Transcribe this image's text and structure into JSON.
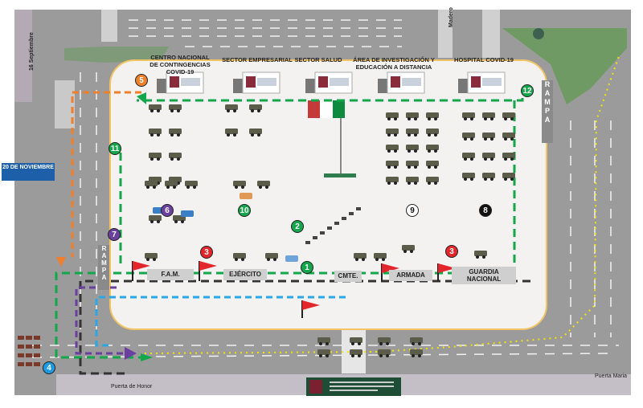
{
  "sections": [
    {
      "id": "centro",
      "label": "CENTRO NACIONAL DE CONTINGENCIAS COVID-19"
    },
    {
      "id": "empresarial",
      "label": "SECTOR EMPRESARIAL"
    },
    {
      "id": "salud",
      "label": "SECTOR SALUD"
    },
    {
      "id": "educacion",
      "label": "ÁREA DE INVESTIGACIÓN Y EDUCACIÓN A DISTANCIA"
    },
    {
      "id": "hospital",
      "label": "HOSPITAL COVID-19"
    }
  ],
  "groups": [
    {
      "id": "fam",
      "label": "F.A.M."
    },
    {
      "id": "ejercito",
      "label": "EJÉRCITO"
    },
    {
      "id": "cmte",
      "label": "CMTE."
    },
    {
      "id": "armada",
      "label": "ARMADA"
    },
    {
      "id": "guardia",
      "label": "GUARDIA NACIONAL"
    }
  ],
  "markers": [
    {
      "n": "1",
      "color": "#14a64a"
    },
    {
      "n": "2",
      "color": "#14a64a"
    },
    {
      "n": "3",
      "color": "#e3262c"
    },
    {
      "n": "3",
      "color": "#e3262c"
    },
    {
      "n": "4",
      "color": "#1d9be0"
    },
    {
      "n": "5",
      "color": "#ef7f2b"
    },
    {
      "n": "6",
      "color": "#6b3fa0"
    },
    {
      "n": "7",
      "color": "#6b3fa0"
    },
    {
      "n": "8",
      "color": "#111111"
    },
    {
      "n": "9",
      "color": "#ffffff"
    },
    {
      "n": "10",
      "color": "#14a64a"
    },
    {
      "n": "11",
      "color": "#14a64a"
    },
    {
      "n": "12",
      "color": "#14a64a"
    }
  ],
  "streets": {
    "septiembre": "16 Septiembre",
    "noviembre": "20 DE NOVIEMBRE",
    "madero": "Madero",
    "puerta_honor": "Puerta de Honor",
    "puerta_mariana": "Puerta Maria",
    "rampa": "RAMPA"
  },
  "colors": {
    "road": "#9b9b9b",
    "plaza": "#f3f2f0",
    "plaza_border": "#f2c463",
    "green": "#14a64a",
    "orange": "#ef7f2b",
    "purple": "#6b3fa0",
    "blue": "#2aa7e6",
    "yellow": "#f5e400",
    "black": "#222222"
  }
}
